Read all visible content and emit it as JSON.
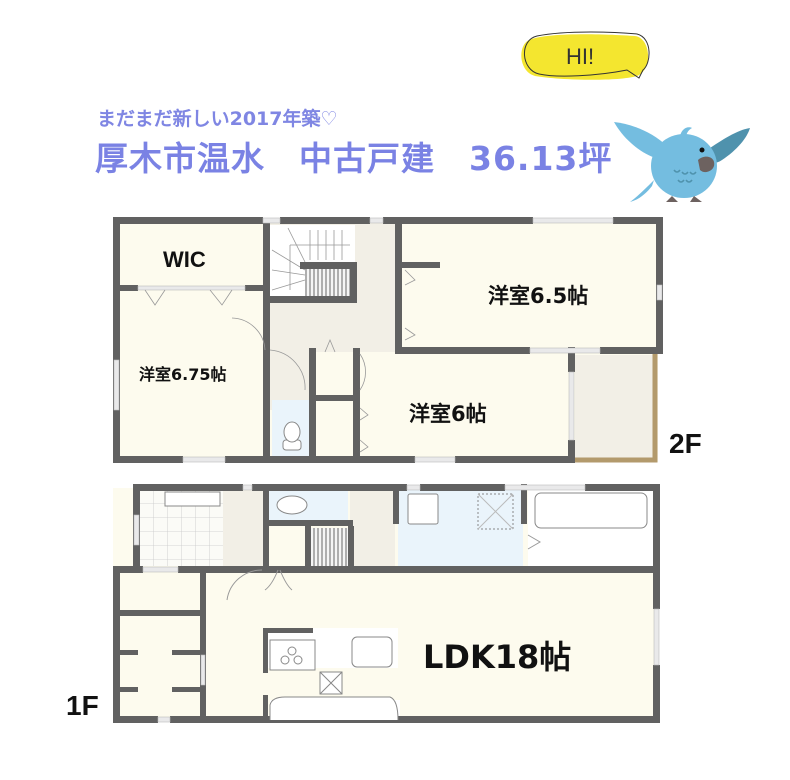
{
  "header": {
    "subtitle": "まだまだ新しい2017年築♡",
    "title": "厚木市温水　中古戸建　36.13坪"
  },
  "mascot": {
    "speech_bubble": "HI!",
    "icon": "blue-bird-icon"
  },
  "floors": [
    {
      "label": "2F",
      "rooms": [
        {
          "id": "wic",
          "label": "WIC"
        },
        {
          "id": "western-room-675",
          "label": "洋室6.75帖"
        },
        {
          "id": "western-room-65",
          "label": "洋室6.5帖"
        },
        {
          "id": "western-room-6",
          "label": "洋室6帖"
        }
      ]
    },
    {
      "label": "1F",
      "rooms": [
        {
          "id": "ldk",
          "label": "LDK18帖"
        }
      ]
    }
  ],
  "colors": {
    "title": "#7a82e4",
    "wall": "#616161",
    "room_fill": "#fdfbee",
    "hall_fill": "#f2efe6",
    "wet_fill": "#eaf4fb",
    "balcony_rail": "#b39a6c",
    "bubble": "#f4e62f",
    "bird": "#74bde0"
  }
}
